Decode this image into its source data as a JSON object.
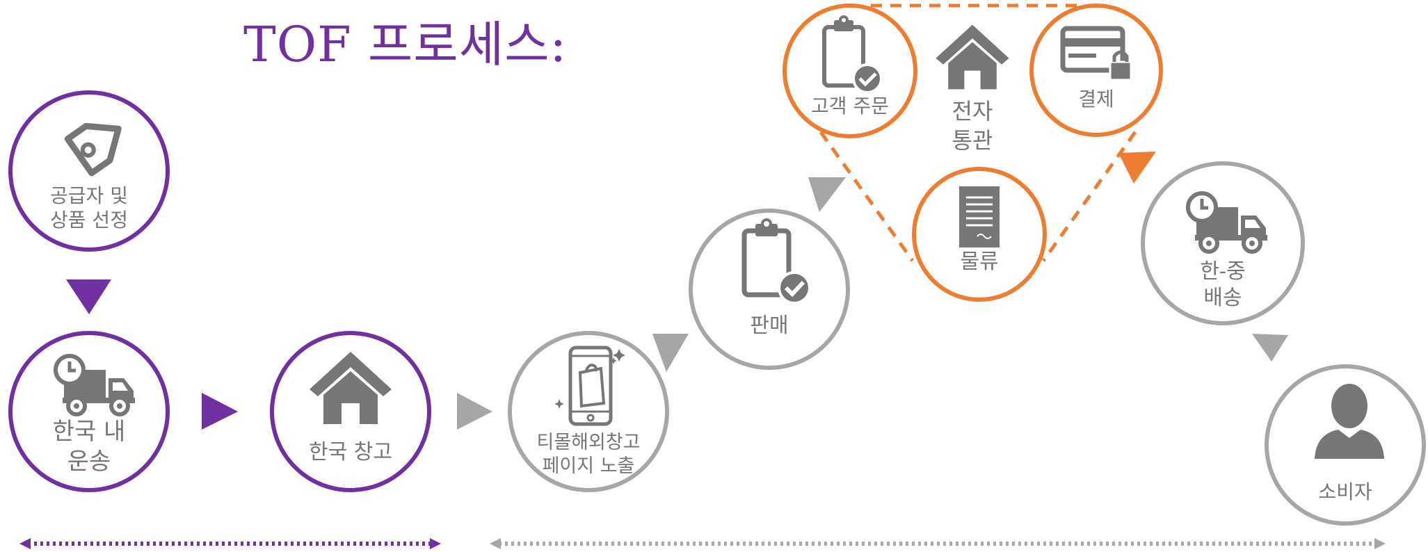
{
  "title": "TOF 프로세스:",
  "colors": {
    "purple": "#7030a0",
    "grey": "#a6a6a6",
    "orange": "#ed7d31",
    "icon": "#767676"
  },
  "nodes": {
    "supplier": {
      "label": "공급자 및\n상품 선정",
      "icon": "price-tag-icon"
    },
    "domestic_shipping": {
      "label": "한국 내\n운송",
      "icon": "delivery-truck-icon"
    },
    "korea_warehouse": {
      "label": "한국 창고",
      "icon": "house-icon"
    },
    "tmall_page": {
      "label": "티몰해외창고\n페이지 노출",
      "icon": "smartphone-shopping-icon"
    },
    "sales": {
      "label": "판매",
      "icon": "clipboard-check-icon"
    },
    "customer_order": {
      "label": "고객 주문",
      "icon": "clipboard-check-icon"
    },
    "customs": {
      "label": "전자\n통관",
      "icon": "house-icon"
    },
    "payment": {
      "label": "결제",
      "icon": "credit-card-lock-icon"
    },
    "logistics": {
      "label": "물류",
      "icon": "document-icon"
    },
    "korea_china_shipping": {
      "label": "한-중\n배송",
      "icon": "delivery-truck-icon"
    },
    "consumer": {
      "label": "소비자",
      "icon": "person-icon"
    }
  }
}
